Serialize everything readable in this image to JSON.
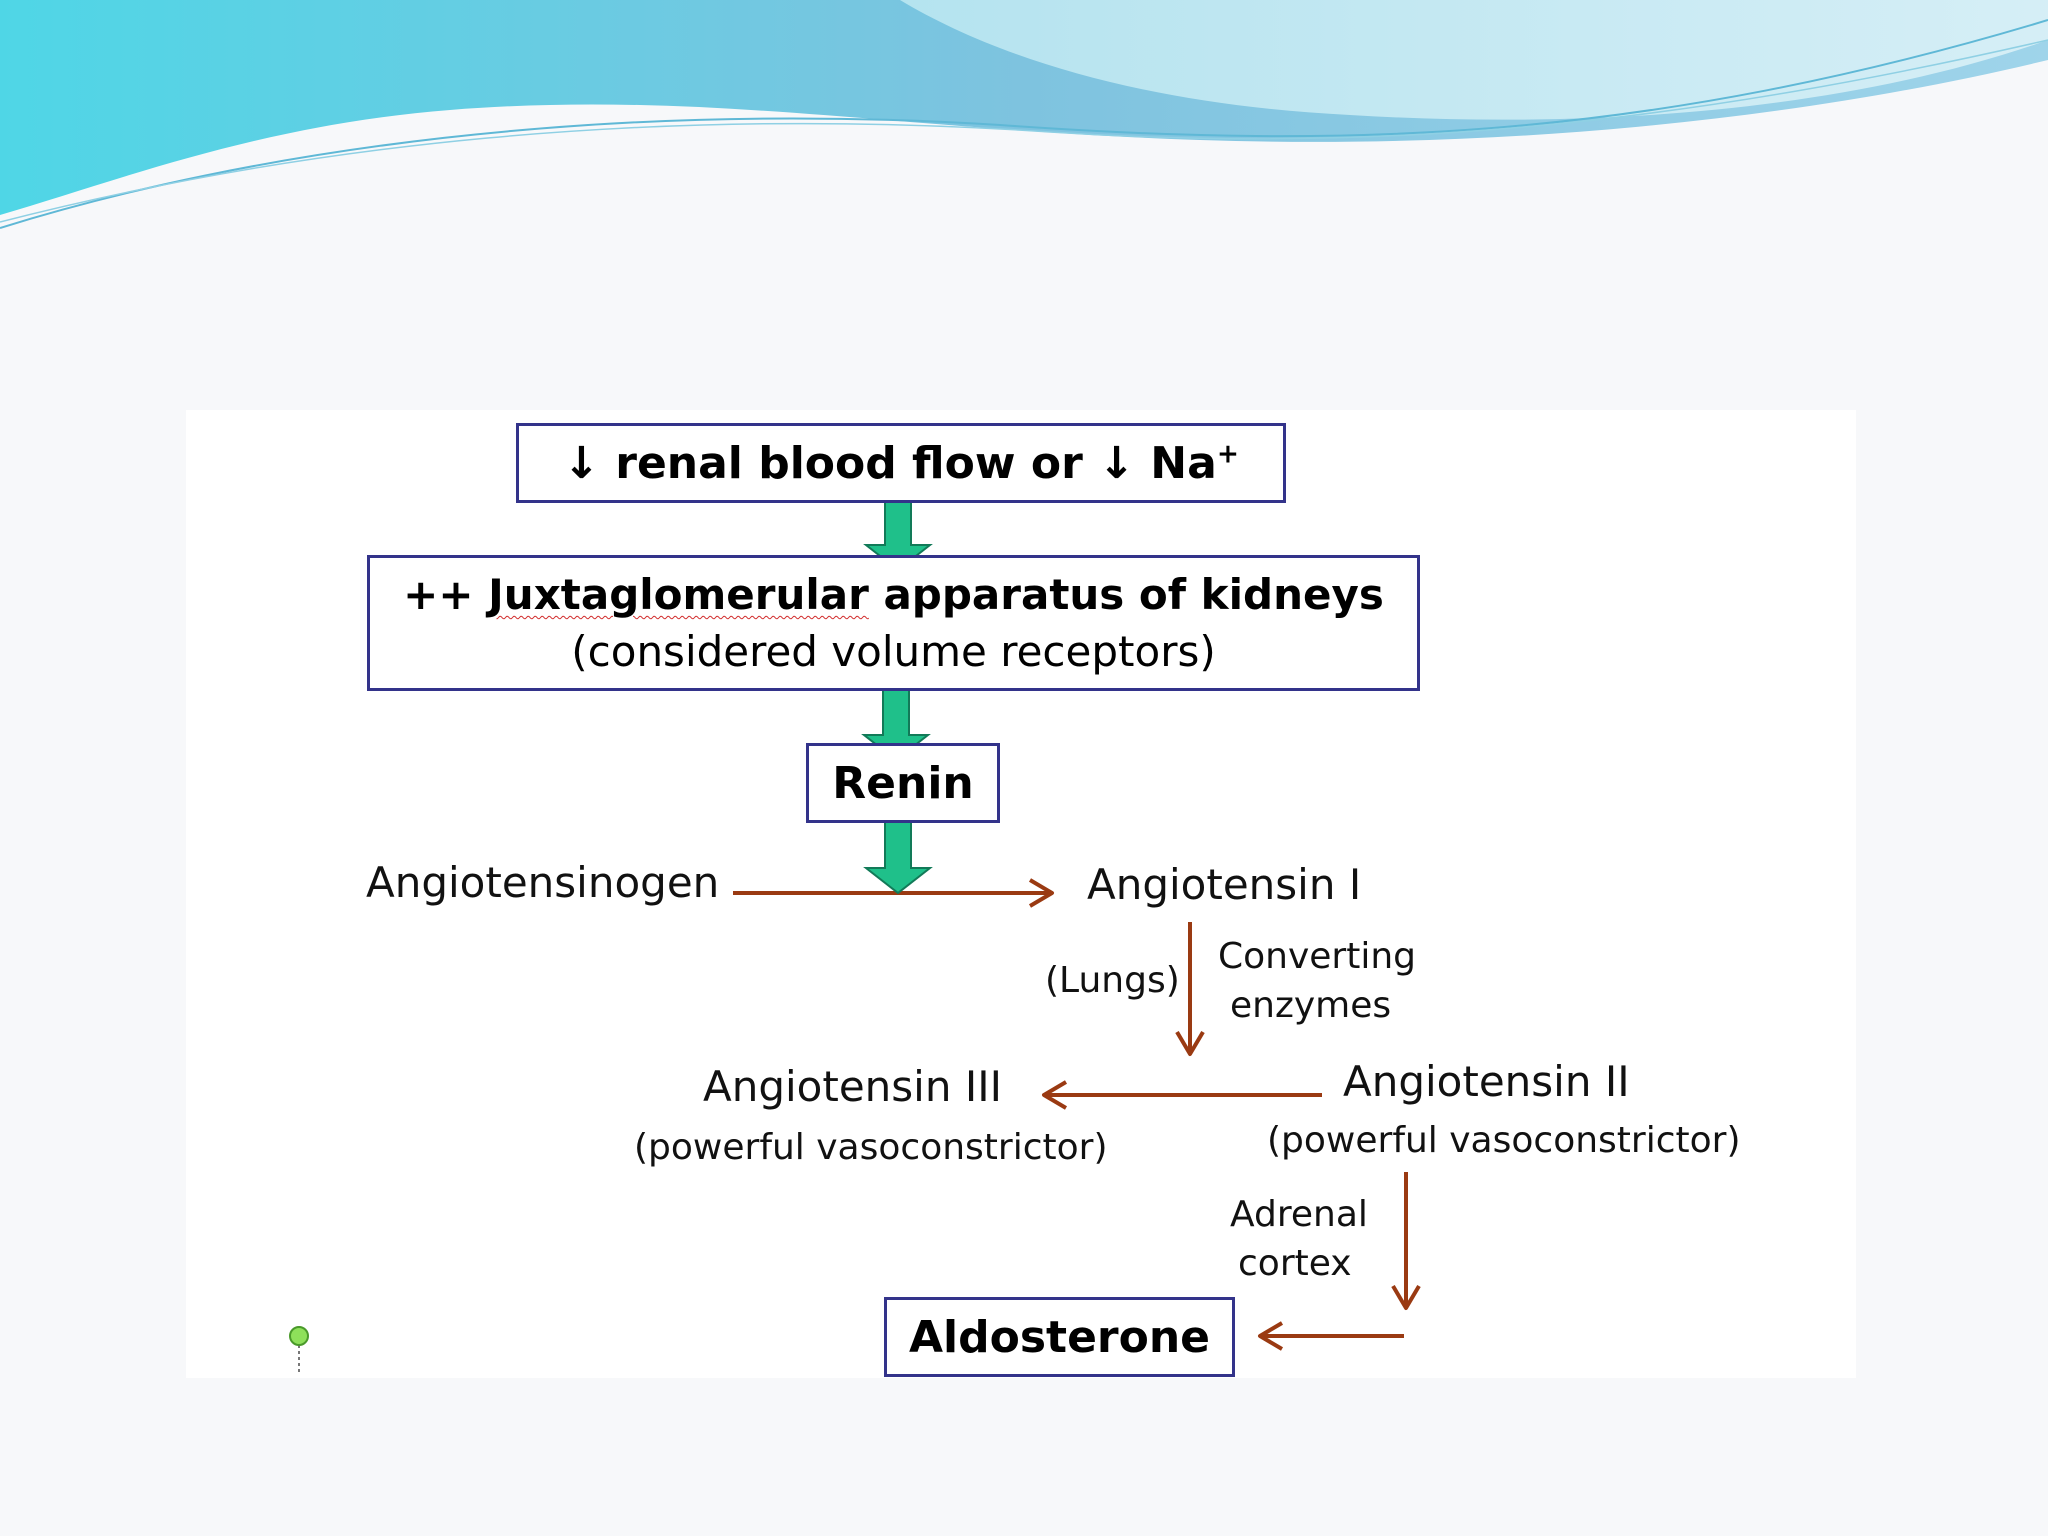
{
  "diagram": {
    "box_top": {
      "arrow": "↓",
      "text1": " renal blood flow or ",
      "arrow2": "↓",
      "text2": " Na",
      "sup": "+"
    },
    "box_jga": {
      "prefix": "++ ",
      "underlined": "Juxtaglomerular",
      "rest": " apparatus of kidneys",
      "line2": "(considered volume receptors)"
    },
    "box_renin": "Renin",
    "angiotensinogen": "Angiotensinogen",
    "angiotensin1": "Angiotensin I",
    "lungs": "(Lungs)",
    "converting1": "Converting",
    "converting2": "enzymes",
    "angiotensin3": "Angiotensin III",
    "angiotensin3_note": "(powerful vasoconstrictor)",
    "angiotensin2": "Angiotensin II",
    "angiotensin2_note": "(powerful vasoconstrictor)",
    "adrenal1": "Adrenal",
    "adrenal2": "cortex",
    "aldosterone": "Aldosterone"
  },
  "colors": {
    "box_border": "#33338a",
    "green_arrow": "#1fc08a",
    "brown_arrow": "#9a3a12"
  }
}
